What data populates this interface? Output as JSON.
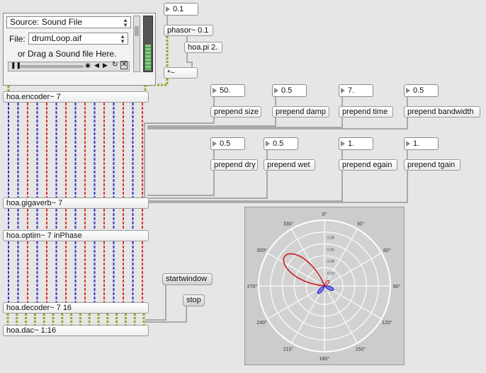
{
  "player": {
    "source_label": "Source: Sound File",
    "file_prefix": "File:",
    "file_value": "drumLoop.aif",
    "drag_hint": "or Drag a Sound file Here."
  },
  "objects": {
    "phasor": "phasor~ 0.1",
    "hoapi": "hoa.pi 2.",
    "times": "*~",
    "encoder": "hoa.encoder~ 7",
    "gigaverb": "hoa.gigaverb~ 7",
    "optim": "hoa.optim~ 7 inPhase",
    "decoder": "hoa.decoder~ 7 16",
    "dac": "hoa.dac~ 1:16",
    "prepend_size": "prepend size",
    "prepend_damp": "prepend damp",
    "prepend_time": "prepend time",
    "prepend_bandwidth": "prepend bandwidth",
    "prepend_dry": "prepend dry",
    "prepend_wet": "prepend wet",
    "prepend_egain": "prepend egain",
    "prepend_tgain": "prepend tgain"
  },
  "numbers": {
    "phasor_freq": "0.1",
    "size": "50.",
    "damp": "0.5",
    "time": "7.",
    "bandwidth": "0.5",
    "dry": "0.5",
    "wet": "0.5",
    "egain": "1.",
    "tgain": "1."
  },
  "messages": {
    "startwindow": "startwindow",
    "stop": "stop"
  },
  "scope": {
    "angle_labels": [
      "0°",
      "330°",
      "300°",
      "270°",
      "240°",
      "210°",
      "180°",
      "150°",
      "120°",
      "90°",
      "60°",
      "30°"
    ],
    "radius_labels": [
      "0.38",
      "0.36",
      "0.34",
      "0.32"
    ],
    "colors": {
      "positive": "#cc1111",
      "negative": "#2222cc"
    }
  },
  "colors": {
    "signal_blue": "#3030d0",
    "signal_red": "#e03030",
    "patch_green": "#88aa22"
  }
}
